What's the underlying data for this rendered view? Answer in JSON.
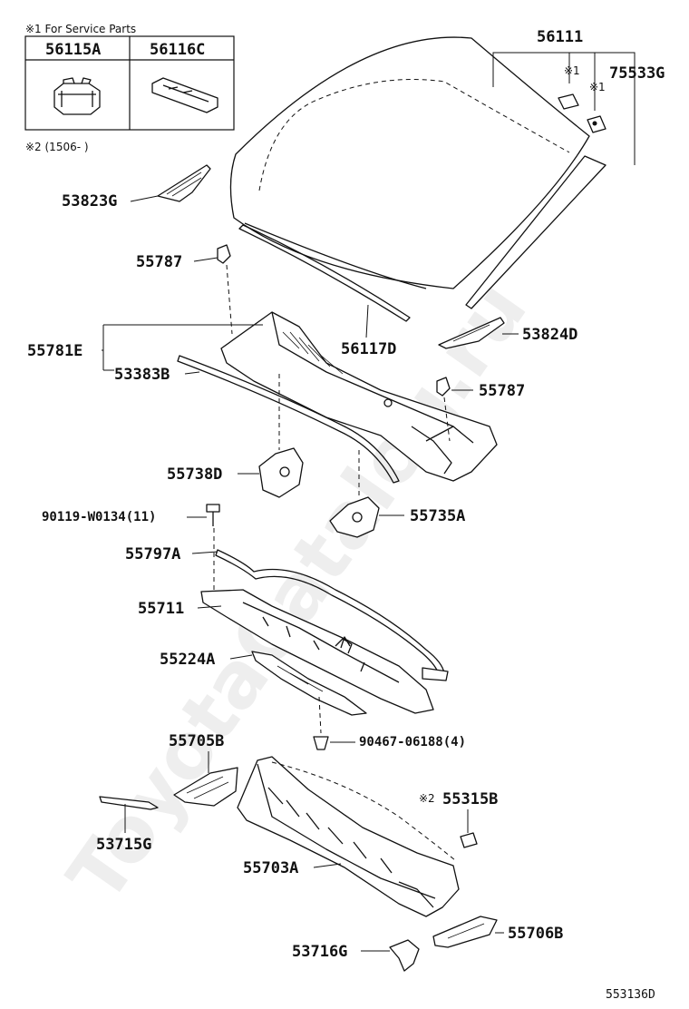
{
  "watermark": "ToyotaCatalog.ru",
  "legend": {
    "title": "※1 For Service Parts",
    "col1": "56115A",
    "col2": "56116C",
    "note2": "※2 (1506-    )"
  },
  "parts": {
    "p56111": "56111",
    "p75533G": "75533G",
    "p53823G": "53823G",
    "p55787a": "55787",
    "p55781E": "55781E",
    "p53383B": "53383B",
    "p56117D": "56117D",
    "p53824D": "53824D",
    "p55787b": "55787",
    "p55738D": "55738D",
    "p90119": "90119-W0134(11)",
    "p55735A": "55735A",
    "p55797A": "55797A",
    "p55711": "55711",
    "p55224A": "55224A",
    "p90467": "90467-06188(4)",
    "p55705B": "55705B",
    "p55315B": "55315B",
    "p53715G": "53715G",
    "p55703A": "55703A",
    "p55706B": "55706B",
    "p53716G": "53716G"
  },
  "markers": {
    "m1a": "※1",
    "m1b": "※1",
    "m2": "※2"
  },
  "diagram_code": "553136D"
}
